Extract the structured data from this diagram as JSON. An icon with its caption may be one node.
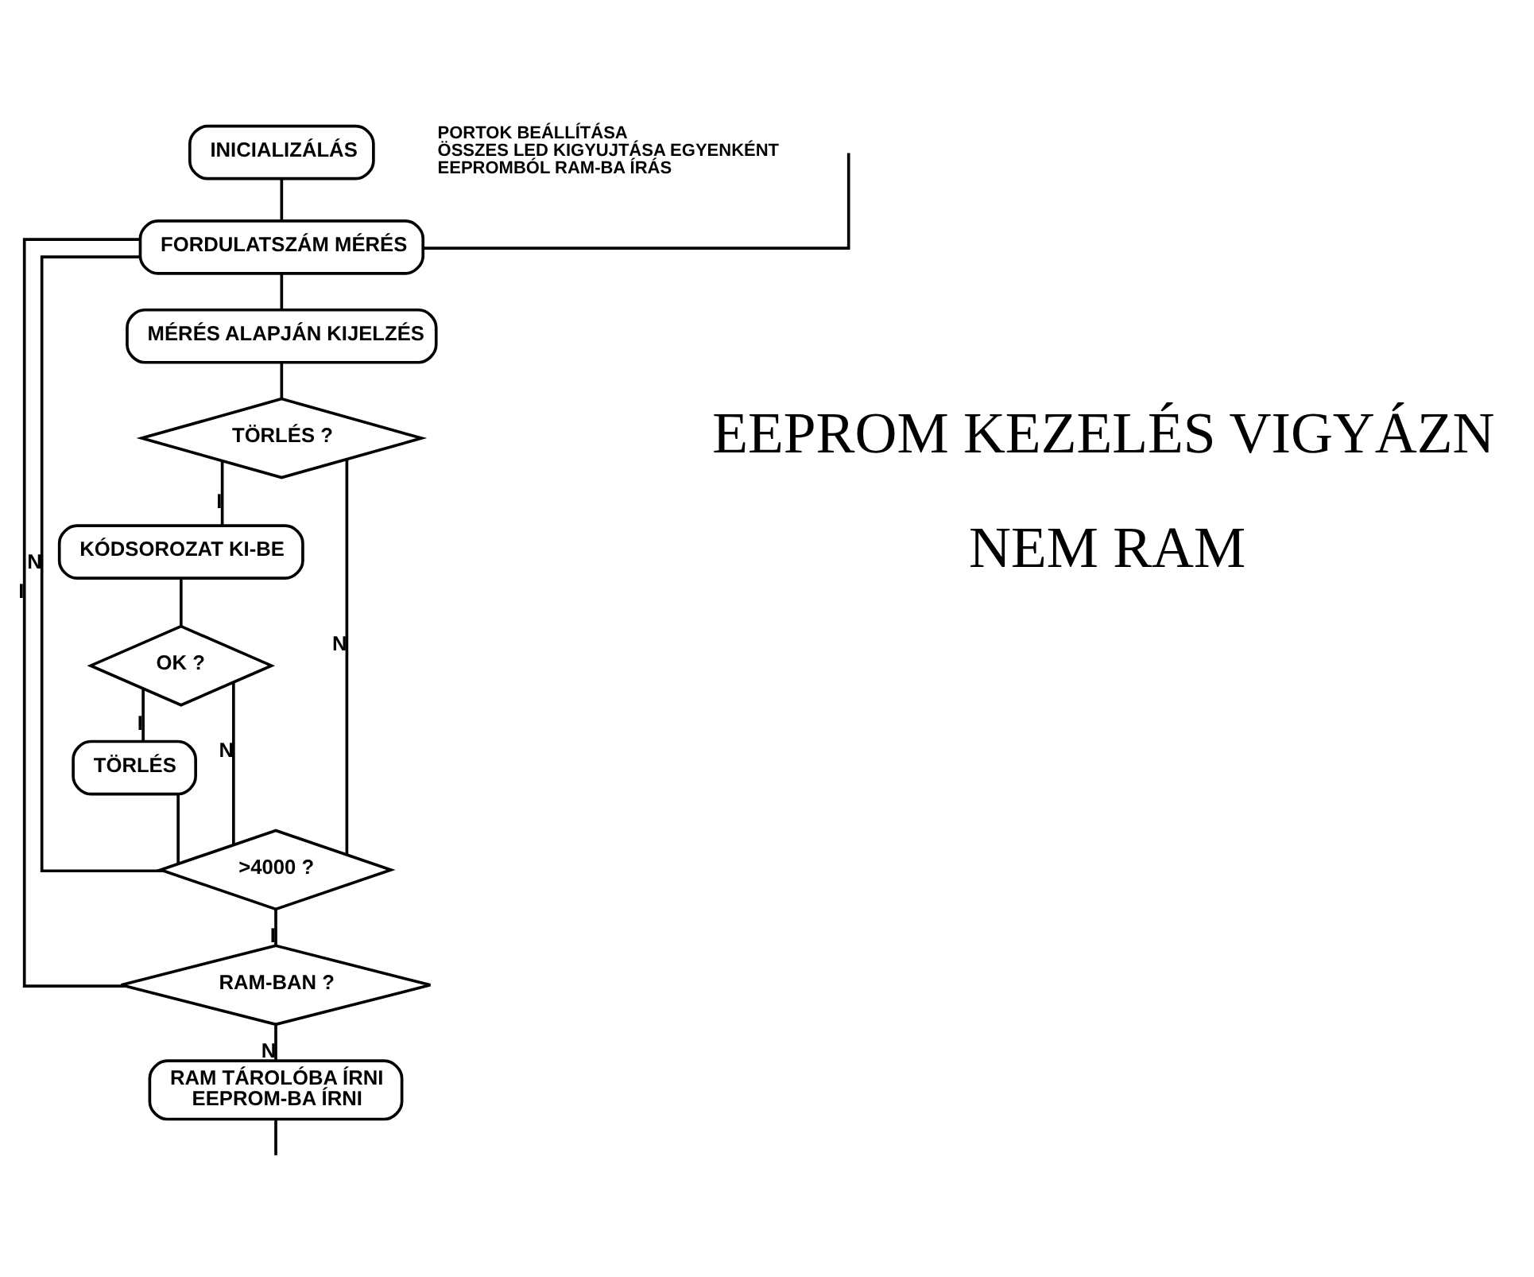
{
  "diagram": {
    "nodes": [
      {
        "text": [
          "INICIALIZÁLÁS"
        ],
        "beside": [
          "PORTOK BEÁLLÍTÁSA",
          "ÖSSZES LED KIGYUJTÁSA EGYENKÉNT",
          "EEPROMBÓL RAM-BA ÍRÁS"
        ]
      },
      {
        "text": [
          "FORDULATSZÁM MÉRÉS"
        ]
      },
      {
        "text": [
          "MÉRÉS ALAPJÁN KIJELZÉS"
        ]
      },
      {
        "text": [
          "TÖRLÉS ?"
        ]
      },
      {
        "text": [
          "KÓDSOROZAT KI-BE"
        ]
      },
      {
        "text": [
          "OK ?"
        ]
      },
      {
        "text": [
          "TÖRLÉS"
        ]
      },
      {
        "text": [
          ">4000 ?"
        ]
      },
      {
        "text": [
          "RAM-BAN ?"
        ]
      },
      {
        "text": [
          "RAM TÁROLÓBA ÍRNI EEPROM-BA ÍRNI"
        ]
      }
    ],
    "edges": [
      {
        "from": 0,
        "to": 1,
        "arrow": "none"
      },
      {
        "from": 1,
        "to": 2,
        "arrow": "none"
      },
      {
        "from": 2,
        "to": 3,
        "arrow": "none"
      },
      {
        "from": 3,
        "to": 4,
        "arrow": "none",
        "label": "I"
      },
      {
        "from": 4,
        "to": 5,
        "arrow": "none"
      },
      {
        "from": 3,
        "to": 7,
        "arrow": "none",
        "label": "N"
      },
      {
        "from": 5,
        "to": 7,
        "arrow": "none",
        "label": "N"
      },
      {
        "from": 5,
        "to": 6,
        "arrow": "none",
        "label": "I"
      },
      {
        "from": 6,
        "to": 7,
        "arrow": "none"
      },
      {
        "from": 7,
        "to": 8,
        "arrow": "none",
        "label": "I"
      },
      {
        "from": 7,
        "to": 1,
        "arrow": "none",
        "label": "N"
      },
      {
        "from": 8,
        "to": 1,
        "arrow": "none",
        "label": "I"
      },
      {
        "from": 8,
        "to": 9,
        "arrow": "none",
        "label": "N"
      },
      {
        "from": 9,
        "to": null,
        "arrow": "none"
      },
      {
        "from": null,
        "to": 1,
        "arrow": "none"
      }
    ],
    "labels": [
      "EEPROM KEZELÉS VIGYÁZN",
      "NEM RAM"
    ]
  }
}
